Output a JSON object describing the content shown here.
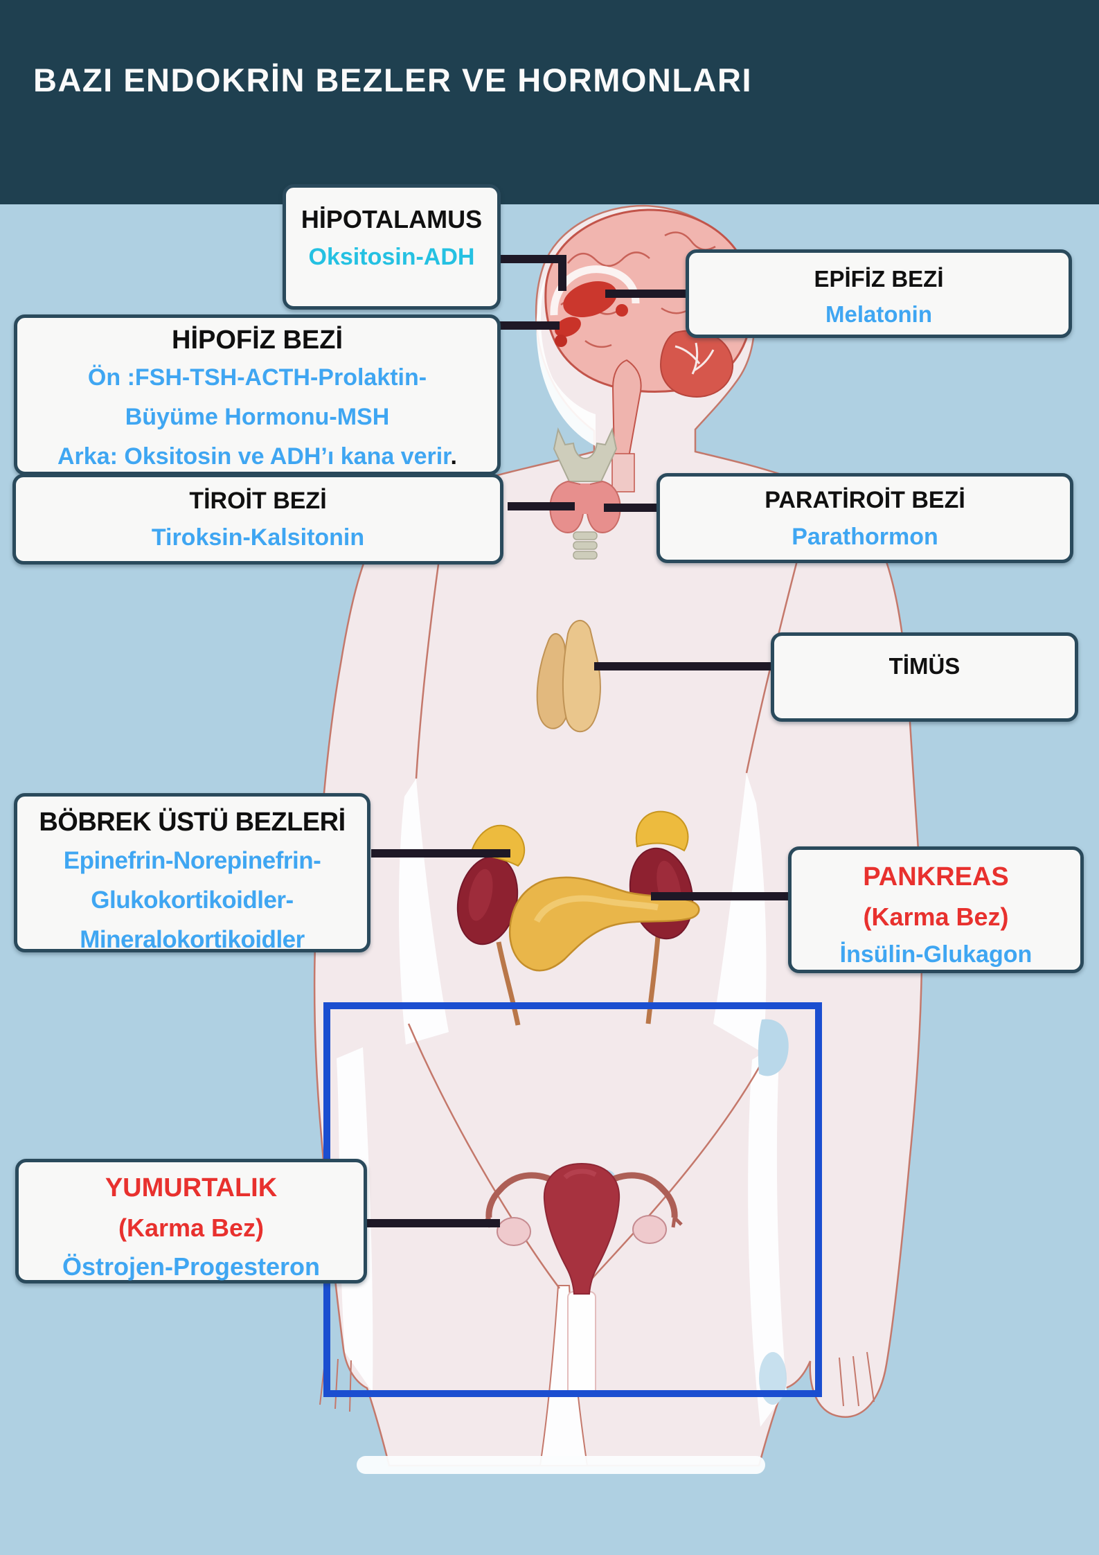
{
  "header": {
    "title": "BAZI ENDOKRİN BEZLER VE HORMONLARI"
  },
  "colors": {
    "header_bg": "#1F4050",
    "page_bg": "#AFD0E2",
    "box_bg": "#F8F8F7",
    "box_border": "#2A4A5C",
    "title_text": "#101010",
    "hormone_cyan": "#25C1E2",
    "hormone_blue": "#3FA6F2",
    "mixed_gland_red": "#E8312E",
    "connector": "#1E1826",
    "highlight_rect": "#1B4ED0",
    "body_fill": "#F3E9EB",
    "body_outline": "#C4786B"
  },
  "boxes": {
    "hipotalamus": {
      "title": "HİPOTALAMUS",
      "lines": [
        "Oksitosin-ADH"
      ]
    },
    "epifiz": {
      "title": "EPİFİZ BEZİ",
      "lines": [
        "Melatonin"
      ]
    },
    "hipofiz": {
      "title": "HİPOFİZ BEZİ",
      "lines": [
        "Ön :FSH-TSH-ACTH-Prolaktin-",
        "Büyüme Hormonu-MSH",
        "Arka: Oksitosin ve ADH’ı kana verir"
      ],
      "period": "."
    },
    "tiroit": {
      "title": "TİROİT BEZİ",
      "lines": [
        "Tiroksin-Kalsitonin"
      ]
    },
    "paratiroit": {
      "title": "PARATİROİT BEZİ",
      "lines": [
        "Parathormon"
      ]
    },
    "timus": {
      "title": "TİMÜS",
      "lines": []
    },
    "bobrek": {
      "title": "BÖBREK ÜSTÜ BEZLERİ",
      "lines": [
        "Epinefrin-Norepinefrin-",
        "Glukokortikoidler-",
        "Mineralokortikoidler"
      ]
    },
    "pankreas": {
      "title": "PANKREAS",
      "subtitle": "(Karma Bez)",
      "lines": [
        "İnsülin-Glukagon"
      ]
    },
    "yumurtalik": {
      "title": "YUMURTALIK",
      "subtitle": "(Karma Bez)",
      "lines": [
        "Östrojen-Progesteron"
      ]
    }
  }
}
